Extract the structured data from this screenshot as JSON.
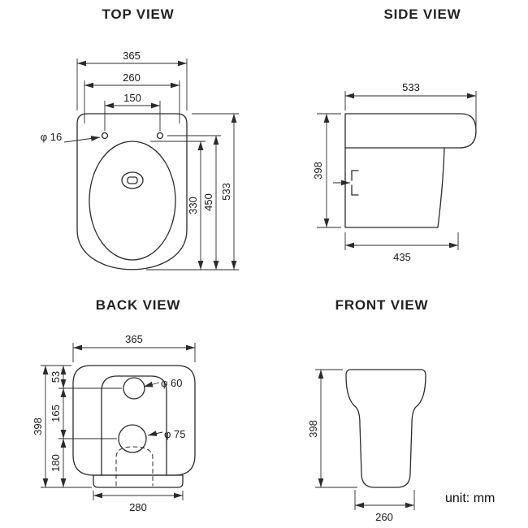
{
  "page": {
    "unit_label": "unit: mm"
  },
  "views": {
    "top": {
      "title": "TOP VIEW",
      "dims": {
        "overall_width": "365",
        "seat_width": "260",
        "hole_spacing": "150",
        "fixing_hole_dia": "φ 16",
        "overall_depth": "533",
        "seat_depth": "450",
        "bowl_depth": "330"
      }
    },
    "side": {
      "title": "SIDE VIEW",
      "dims": {
        "overall_length": "533",
        "height": "398",
        "base_length": "435"
      }
    },
    "back": {
      "title": "BACK VIEW",
      "dims": {
        "overall_width": "365",
        "top_to_inlet": "53",
        "inlet_to_outlet": "165",
        "outlet_to_floor": "180",
        "overall_height": "398",
        "inlet_hole_dia": "φ 60",
        "outlet_hole_dia": "φ 75",
        "base_width": "280"
      }
    },
    "front": {
      "title": "FRONT VIEW",
      "dims": {
        "height": "398",
        "base_width": "260"
      }
    }
  }
}
